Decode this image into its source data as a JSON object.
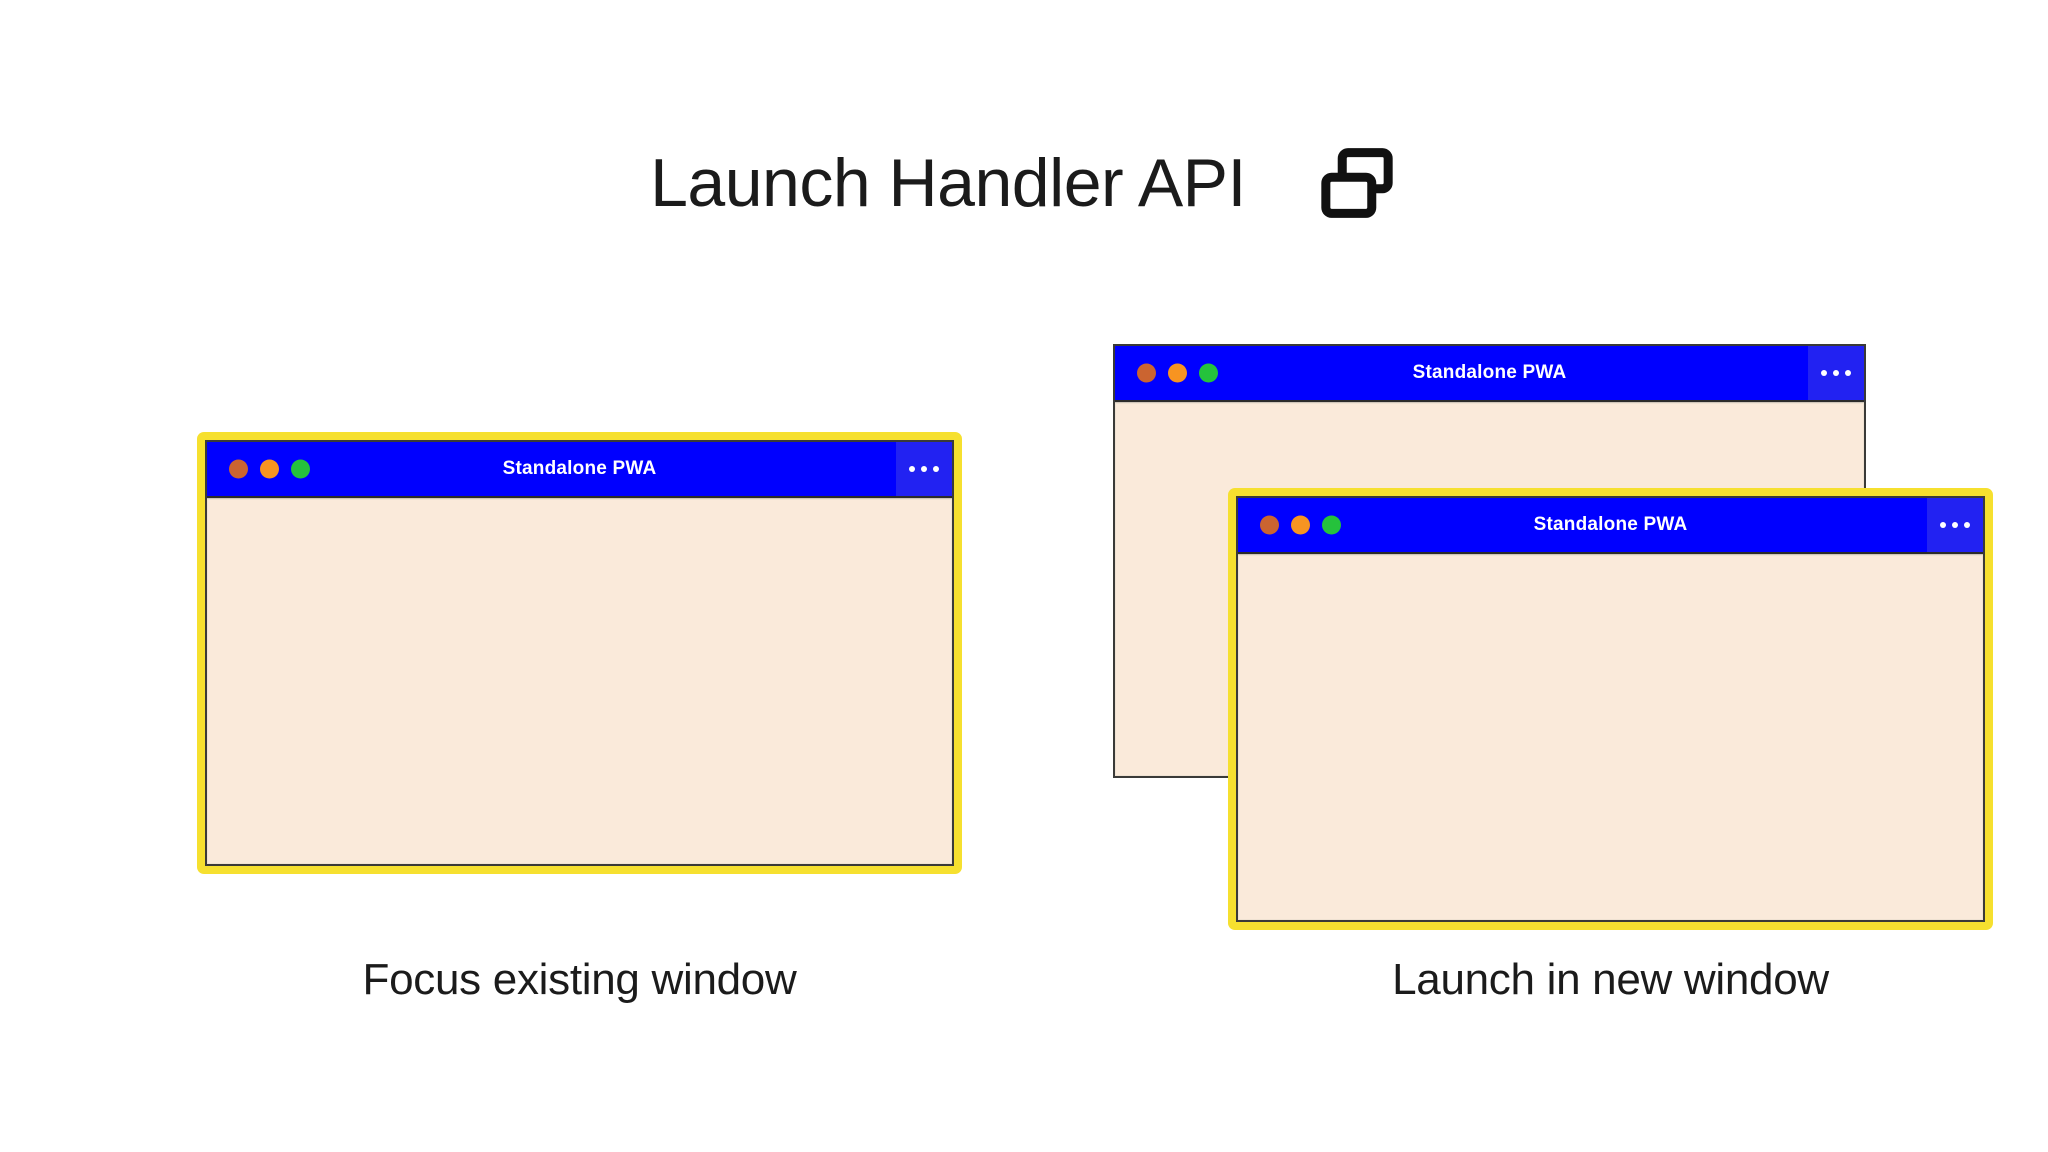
{
  "header": {
    "title": "Launch Handler API",
    "icon": "two-overlapping-windows-icon"
  },
  "theme": {
    "background": "#ffffff",
    "titlebar_blue": "#0000ff",
    "menu_blue": "#2222f2",
    "window_body_cream": "#faeada",
    "highlight_yellow": "#f6e02f",
    "window_border_gray": "#3a3a38",
    "text_dark": "#1b1b1b",
    "dot_close": "#cb6430",
    "dot_minimize": "#f79421",
    "dot_maximize": "#25c23c"
  },
  "scenarios": [
    {
      "id": "focus-existing",
      "caption": "Focus existing window",
      "windows": [
        {
          "id": "focus-existing-window",
          "title": "Standalone PWA",
          "highlighted": true,
          "menu_label": "⋯",
          "traffic_lights": [
            "close",
            "minimize",
            "maximize"
          ]
        }
      ]
    },
    {
      "id": "launch-new",
      "caption": "Launch in new window",
      "windows": [
        {
          "id": "existing-background-window",
          "title": "Standalone PWA",
          "highlighted": false,
          "menu_label": "⋯",
          "traffic_lights": [
            "close",
            "minimize",
            "maximize"
          ]
        },
        {
          "id": "new-foreground-window",
          "title": "Standalone PWA",
          "highlighted": true,
          "menu_label": "⋯",
          "traffic_lights": [
            "close",
            "minimize",
            "maximize"
          ]
        }
      ]
    }
  ]
}
